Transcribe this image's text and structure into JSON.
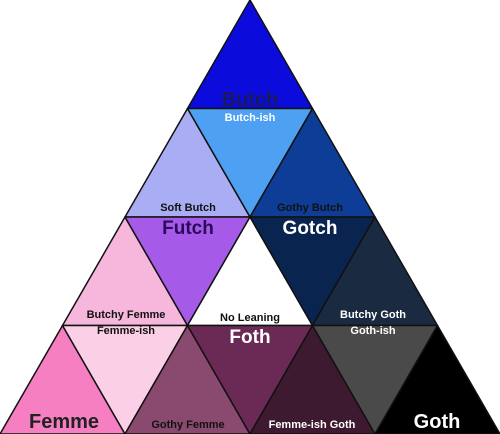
{
  "cells": [
    {
      "id": "butch",
      "label": "Butch",
      "fill": "#0b0bdc",
      "text_color": "#1a1a5a"
    },
    {
      "id": "butch-ish",
      "label": "Butch-ish",
      "fill": "#4ea0f2",
      "text_color": "#ffffff"
    },
    {
      "id": "soft-butch",
      "label": "Soft Butch",
      "fill": "#a9aef4",
      "text_color": "#111111"
    },
    {
      "id": "gothy-butch",
      "label": "Gothy Butch",
      "fill": "#0d3d96",
      "text_color": "#111111"
    },
    {
      "id": "futch",
      "label": "Futch",
      "fill": "#a55be8",
      "text_color": "#2a0a5a"
    },
    {
      "id": "gotch",
      "label": "Gotch",
      "fill": "#0a2450",
      "text_color": "#ffffff"
    },
    {
      "id": "butchy-femme",
      "label": "Butchy Femme",
      "fill": "#f7b7dc",
      "text_color": "#111111"
    },
    {
      "id": "femme-ish",
      "label": "Femme-ish",
      "fill": "#fbd0e6",
      "text_color": "#111111"
    },
    {
      "id": "no-leaning",
      "label": "No Leaning",
      "fill": "#ffffff",
      "text_color": "#111111"
    },
    {
      "id": "foth",
      "label": "Foth",
      "fill": "#6b2a55",
      "text_color": "#ffffff"
    },
    {
      "id": "butchy-goth",
      "label": "Butchy Goth",
      "fill": "#1a2a40",
      "text_color": "#ffffff"
    },
    {
      "id": "goth-ish",
      "label": "Goth-ish",
      "fill": "#4a4a4a",
      "text_color": "#ffffff"
    },
    {
      "id": "femme",
      "label": "Femme",
      "fill": "#f57fc0",
      "text_color": "#222222"
    },
    {
      "id": "gothy-femme",
      "label": "Gothy Femme",
      "fill": "#8a4a70",
      "text_color": "#111111"
    },
    {
      "id": "femme-ish-goth",
      "label": "Femme-ish Goth",
      "fill": "#3e1a30",
      "text_color": "#ffffff"
    },
    {
      "id": "goth",
      "label": "Goth",
      "fill": "#000000",
      "text_color": "#ffffff"
    }
  ],
  "side_fills": {
    "tl": "#8c6ee6",
    "tr": "#0a3070",
    "bl": "#f6a8d8",
    "br": "#2a2a3a",
    "rosy": "#a86a8a",
    "femme_dark": "#7a3a62"
  },
  "border_color": "#111111"
}
